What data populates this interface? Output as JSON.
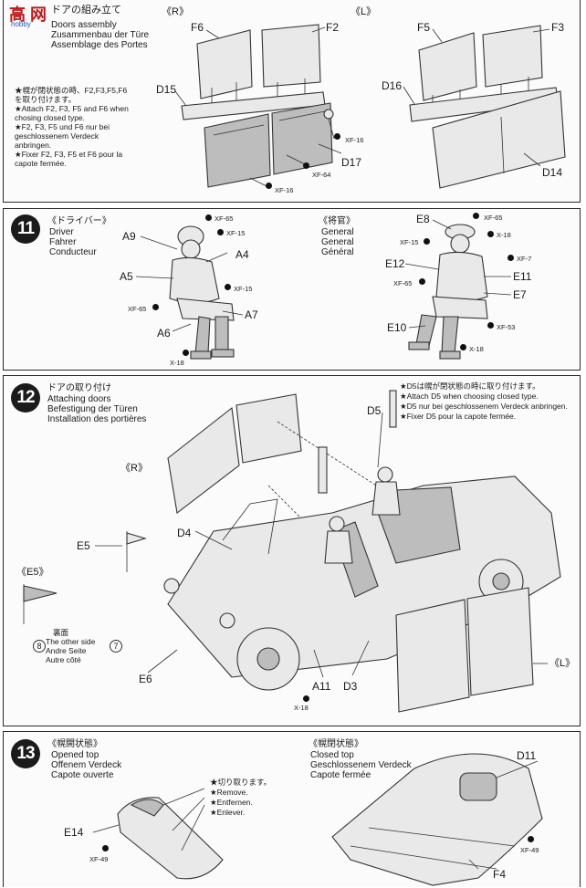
{
  "watermark": {
    "logo_text": "高 网",
    "sub": "hobby"
  },
  "step10": {
    "title_jp": "ドアの組み立て",
    "title_en": "Doors assembly",
    "title_de": "Zusammenbau der Türe",
    "title_fr": "Assemblage des Portes",
    "view_r": "《R》",
    "view_l": "《L》",
    "note_jp": "★幌が閉状態の時、F2,F3,F5,F6\nを取り付けます。",
    "note_en": "★Attach F2, F3, F5 and F6 when\nchosing closed type.",
    "note_de": "★F2, F3, F5 und F6 nur bei\ngeschlossenem Verdeck\nanbringen.",
    "note_fr": "★Fixer F2, F3, F5 et F6 pour la\ncapote fermée.",
    "labels": {
      "f6": "F6",
      "f2": "F2",
      "d15": "D15",
      "d17": "D17",
      "f5": "F5",
      "f3": "F3",
      "d16": "D16",
      "d14": "D14"
    },
    "paints": {
      "a": "XF-16",
      "b": "XF-64",
      "c": "XF-16"
    }
  },
  "step11": {
    "num": "11",
    "driver_jp": "《ドライバー》",
    "driver_en": "Driver",
    "driver_de": "Fahrer",
    "driver_fr": "Conducteur",
    "general_jp": "《将官》",
    "general_en": "General",
    "general_de": "General",
    "general_fr": "Général",
    "labels": {
      "a9": "A9",
      "a4": "A4",
      "a5": "A5",
      "a7": "A7",
      "a6": "A6",
      "e8": "E8",
      "e12": "E12",
      "e11": "E11",
      "e7": "E7",
      "e10": "E10"
    },
    "paints": {
      "p1": "XF-65",
      "p2": "XF-15",
      "p3": "XF-15",
      "p4": "XF-65",
      "p5": "X-18",
      "g1": "XF-65",
      "g2": "X-18",
      "g3": "XF-15",
      "g4": "XF-7",
      "g5": "XF-65",
      "g6": "XF-53",
      "g7": "X-18"
    }
  },
  "step12": {
    "num": "12",
    "title_jp": "ドアの取り付け",
    "title_en": "Attaching doors",
    "title_de": "Befestigung der Türen",
    "title_fr": "Installation des portières",
    "note_jp": "★D5は幌が閉状態の時に取り付けます。",
    "note_en": "★Attach D5 when choosing closed type.",
    "note_de": "★D5 nur bei geschlossenem Verdeck anbringen.",
    "note_fr": "★Fixer D5 pour la capote fermée.",
    "view_r": "《R》",
    "view_l": "《L》",
    "view_e5": "《E5》",
    "other_jp": "裏面",
    "other_en": "The other side",
    "other_de": "Andre Seite",
    "other_fr": "Autre côté",
    "ref8": "8",
    "ref7": "7",
    "labels": {
      "d5": "D5",
      "d4": "D4",
      "e5": "E5",
      "e6": "E6",
      "a11": "A11",
      "d3": "D3"
    },
    "paints": {
      "x": "X-18"
    }
  },
  "step13": {
    "num": "13",
    "open_jp": "《幌開状態》",
    "open_en": "Opened top",
    "open_de": "Offenem Verdeck",
    "open_fr": "Capote ouverte",
    "closed_jp": "《幌閉状態》",
    "closed_en": "Closed top",
    "closed_de": "Geschlossenem Verdeck",
    "closed_fr": "Capote fermée",
    "cut_jp": "★切り取ります。",
    "cut_en": "★Remove.",
    "cut_de": "★Entfernen.",
    "cut_fr": "★Enlever.",
    "labels": {
      "e14": "E14",
      "d11": "D11",
      "f4": "F4"
    },
    "paints": {
      "a": "XF-49",
      "b": "XF-49"
    }
  }
}
